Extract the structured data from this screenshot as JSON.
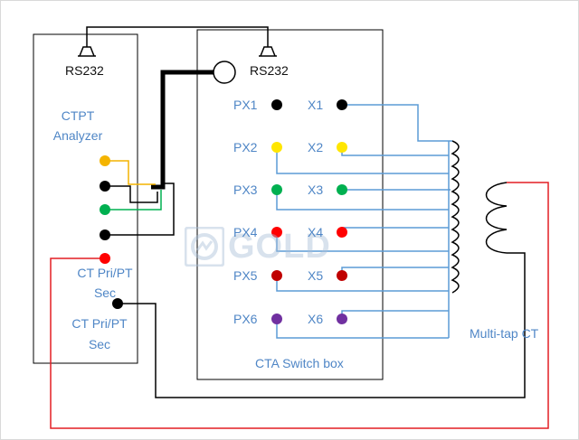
{
  "labels": {
    "rs232_left": "RS232",
    "rs232_right": "RS232",
    "analyzer_title": "CTPT\nAnalyzer",
    "analyzer_line1": "CTPT",
    "analyzer_line2": "Analyzer",
    "ct_pri_red_1": "CT Pri/PT",
    "ct_pri_red_2": "Sec",
    "ct_pri_black_1": "CT Pri/PT",
    "ct_pri_black_2": "Sec",
    "switch_box": "CTA Switch box",
    "multitap": "Multi-tap CT",
    "px1": "PX1",
    "px2": "PX2",
    "px3": "PX3",
    "px4": "PX4",
    "px5": "PX5",
    "px6": "PX6",
    "x1": "X1",
    "x2": "X2",
    "x3": "X3",
    "x4": "X4",
    "x5": "X5",
    "x6": "X6",
    "watermark": "GOLD"
  },
  "colors": {
    "wire_blue": "#5b9bd5",
    "wire_red": "#e31e24",
    "wire_black": "#000000",
    "wire_yellow": "#f4b400",
    "wire_green": "#00b050",
    "dot_black": "#000000",
    "dot_yellow": "#ffe600",
    "dot_green": "#00b050",
    "dot_red": "#ff0000",
    "dot_darkred": "#c00000",
    "dot_purple": "#7030a0",
    "text_blue": "#4f86c6"
  }
}
